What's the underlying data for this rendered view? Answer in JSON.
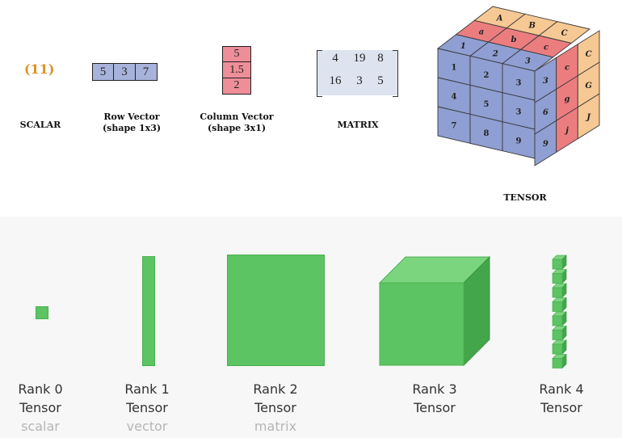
{
  "top": {
    "scalar": {
      "value": "(11)",
      "caption": "SCALAR"
    },
    "row_vector": {
      "values": [
        "5",
        "3",
        "7"
      ],
      "caption1": "Row Vector",
      "caption2": "(shape 1x3)"
    },
    "column_vector": {
      "values": [
        "5",
        "1.5",
        "2"
      ],
      "caption1": "Column Vector",
      "caption2": "(shape 3x1)"
    },
    "matrix": {
      "rows": [
        [
          "4",
          "19",
          "8"
        ],
        [
          "16",
          "3",
          "5"
        ]
      ],
      "caption": "MATRIX"
    },
    "tensor": {
      "caption": "TENSOR",
      "top_labels": [
        "A",
        "B",
        "C",
        "a",
        "b",
        "c",
        "1",
        "2",
        "3"
      ],
      "front_labels": [
        "1",
        "2",
        "3",
        "4",
        "5",
        "3",
        "7",
        "8",
        "9"
      ],
      "side_labels": [
        "3",
        "c",
        "C",
        "6",
        "g",
        "G",
        "9",
        "j",
        "J"
      ],
      "colors": {
        "blue": "#8f9fd3",
        "red": "#ec7d7f",
        "orange": "#f6c893"
      }
    }
  },
  "bottom": {
    "ranks": [
      {
        "title": "Rank 0",
        "title2": "Tensor",
        "sub": "scalar"
      },
      {
        "title": "Rank 1",
        "title2": "Tensor",
        "sub": "vector"
      },
      {
        "title": "Rank 2",
        "title2": "Tensor",
        "sub": "matrix"
      },
      {
        "title": "Rank 3",
        "title2": "Tensor",
        "sub": ""
      },
      {
        "title": "Rank 4",
        "title2": "Tensor",
        "sub": ""
      }
    ],
    "colors": {
      "green": "#5cc462",
      "green_dark": "#43a64a",
      "green_light": "#7bd57f"
    }
  }
}
